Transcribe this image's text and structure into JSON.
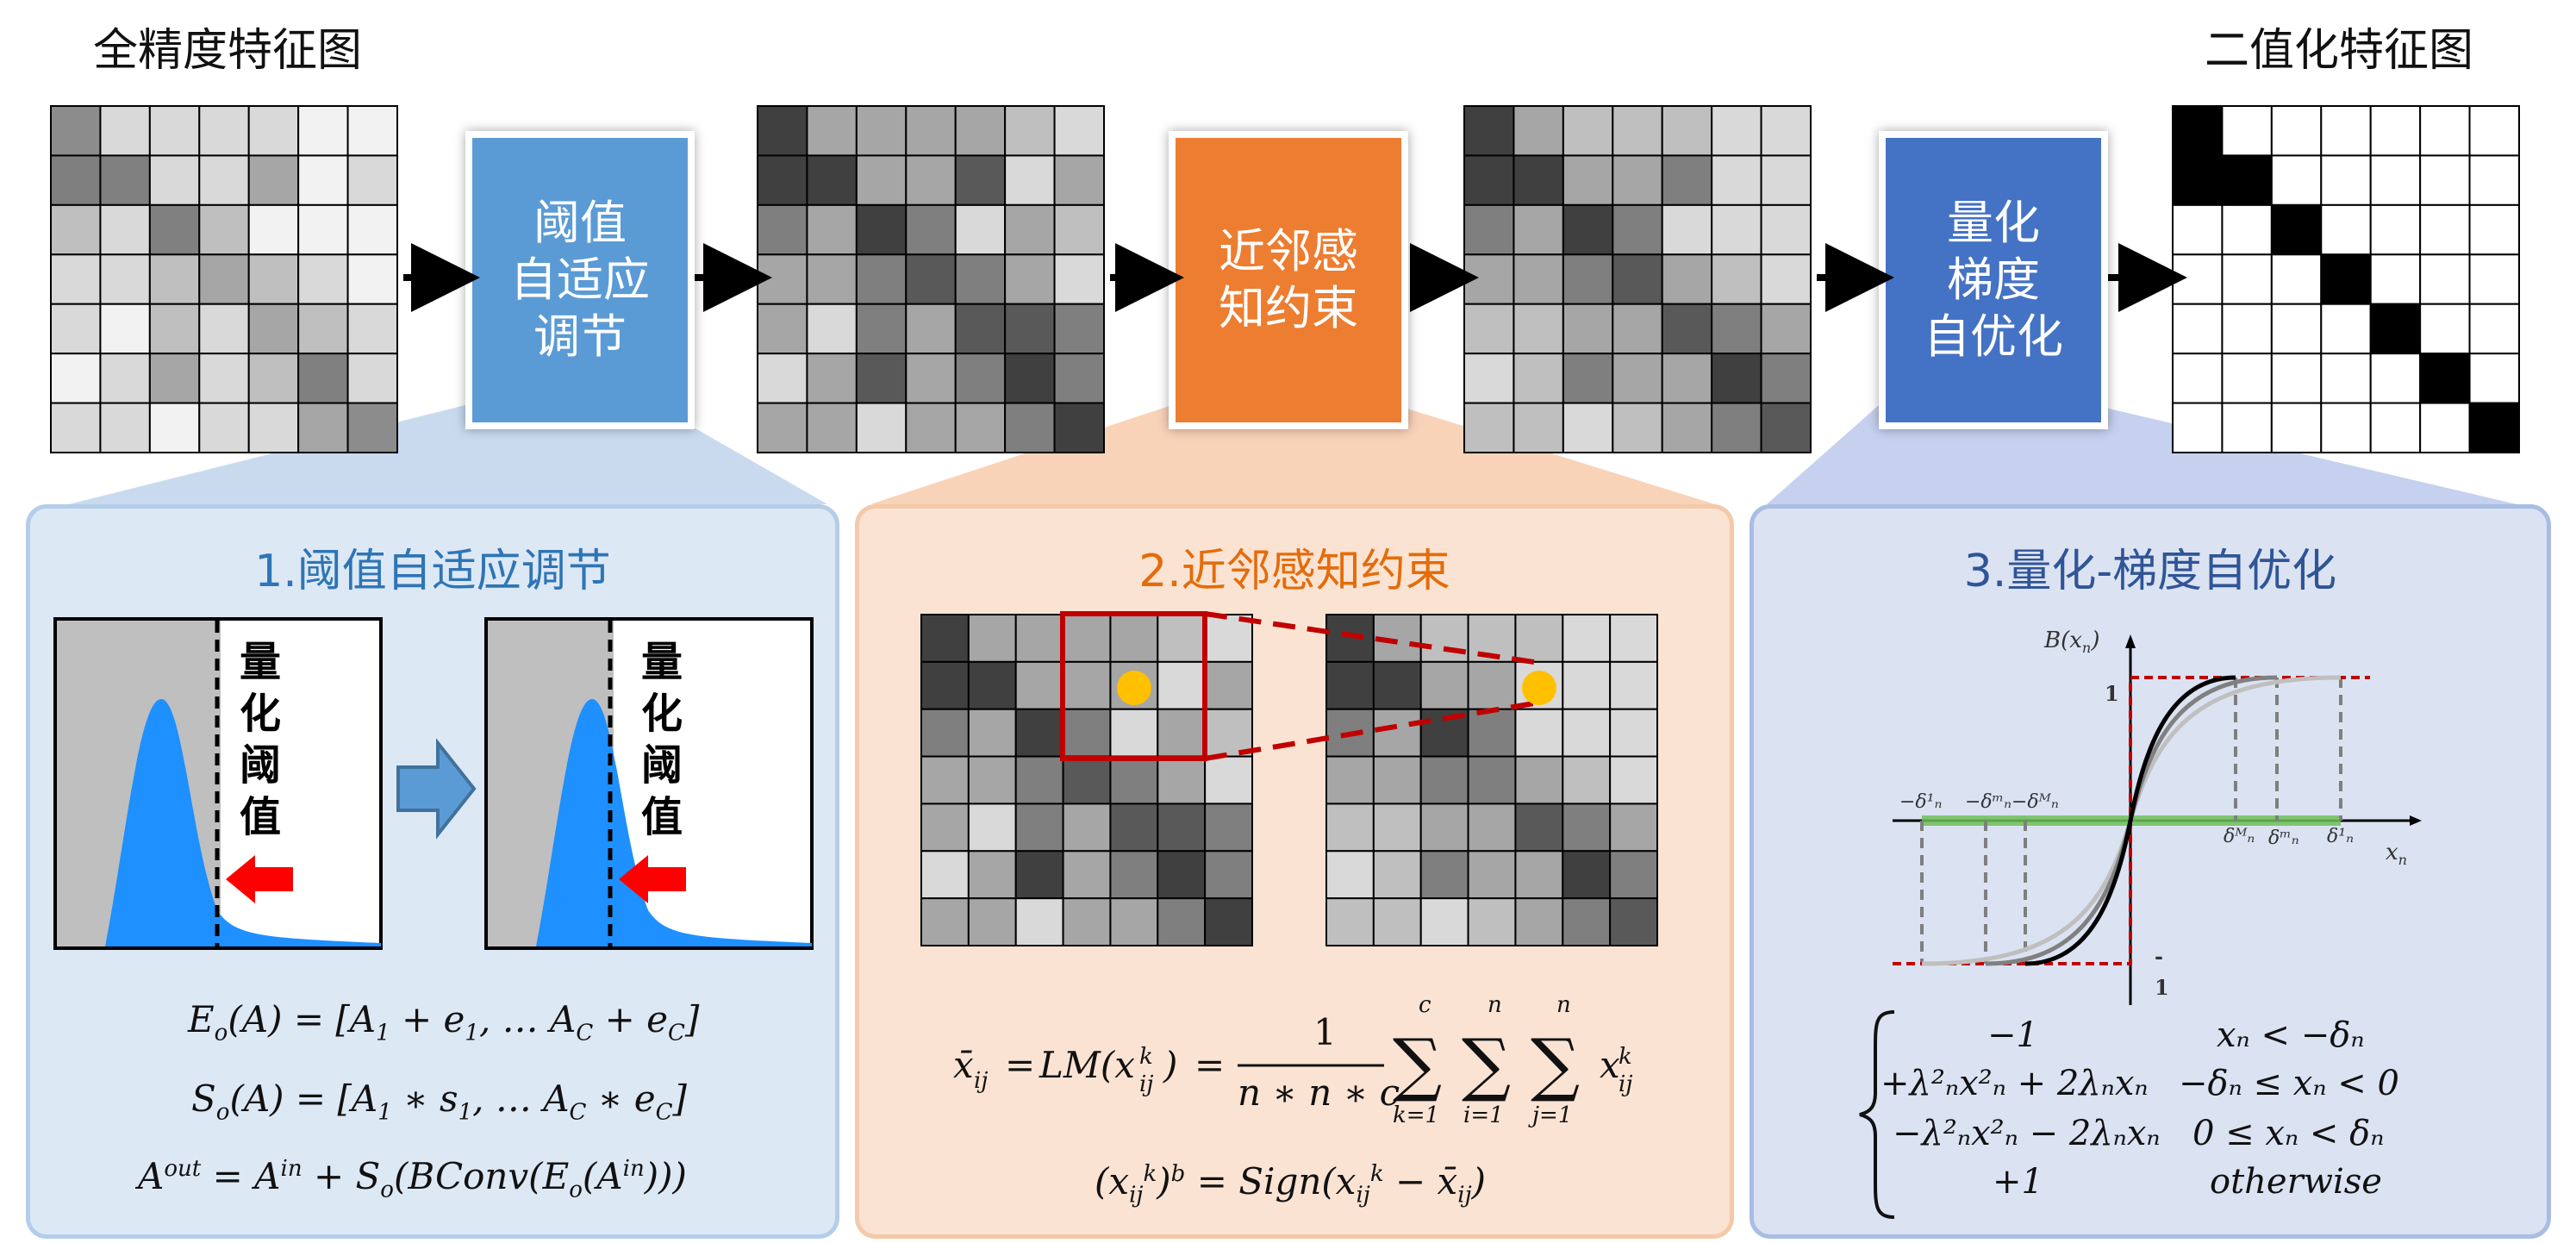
{
  "top": {
    "left_title": "全精度特征图",
    "right_title": "二值化特征图",
    "nodes": [
      {
        "label": "阈值\n自适应\n调节",
        "color": "#5b9bd5"
      },
      {
        "label": "近邻感\n知约束",
        "color": "#ed7d31"
      },
      {
        "label": "量化\n梯度\n自优化",
        "color": "#4472c4"
      }
    ]
  },
  "matrices": {
    "fullprec": [
      [
        "#8c8c8c",
        "#d9d9d9",
        "#d9d9d9",
        "#d9d9d9",
        "#d9d9d9",
        "#f2f2f2",
        "#f2f2f2"
      ],
      [
        "#7f7f7f",
        "#808080",
        "#d9d9d9",
        "#d9d9d9",
        "#a6a6a6",
        "#f2f2f2",
        "#d9d9d9"
      ],
      [
        "#bfbfbf",
        "#d9d9d9",
        "#808080",
        "#bfbfbf",
        "#f2f2f2",
        "#f2f2f2",
        "#f2f2f2"
      ],
      [
        "#d9d9d9",
        "#d9d9d9",
        "#bfbfbf",
        "#a6a6a6",
        "#bfbfbf",
        "#d9d9d9",
        "#f2f2f2"
      ],
      [
        "#d9d9d9",
        "#f2f2f2",
        "#bfbfbf",
        "#d9d9d9",
        "#a6a6a6",
        "#bfbfbf",
        "#d9d9d9"
      ],
      [
        "#f2f2f2",
        "#d9d9d9",
        "#a6a6a6",
        "#d9d9d9",
        "#bfbfbf",
        "#808080",
        "#d9d9d9"
      ],
      [
        "#d9d9d9",
        "#d9d9d9",
        "#f2f2f2",
        "#d9d9d9",
        "#d9d9d9",
        "#a6a6a6",
        "#8c8c8c"
      ]
    ],
    "stage2": [
      [
        "#404040",
        "#a6a6a6",
        "#a6a6a6",
        "#a6a6a6",
        "#a6a6a6",
        "#bfbfbf",
        "#d9d9d9"
      ],
      [
        "#404040",
        "#404040",
        "#a6a6a6",
        "#a6a6a6",
        "#595959",
        "#d9d9d9",
        "#a6a6a6"
      ],
      [
        "#7f7f7f",
        "#a6a6a6",
        "#404040",
        "#7f7f7f",
        "#d9d9d9",
        "#a6a6a6",
        "#bfbfbf"
      ],
      [
        "#a6a6a6",
        "#a6a6a6",
        "#7f7f7f",
        "#595959",
        "#7f7f7f",
        "#a6a6a6",
        "#d9d9d9"
      ],
      [
        "#a6a6a6",
        "#d9d9d9",
        "#7f7f7f",
        "#a6a6a6",
        "#595959",
        "#595959",
        "#7f7f7f"
      ],
      [
        "#d9d9d9",
        "#a6a6a6",
        "#595959",
        "#a6a6a6",
        "#7f7f7f",
        "#404040",
        "#7f7f7f"
      ],
      [
        "#a6a6a6",
        "#a6a6a6",
        "#d9d9d9",
        "#a6a6a6",
        "#a6a6a6",
        "#7f7f7f",
        "#404040"
      ]
    ],
    "stage3": [
      [
        "#404040",
        "#a6a6a6",
        "#bfbfbf",
        "#bfbfbf",
        "#bfbfbf",
        "#d9d9d9",
        "#d9d9d9"
      ],
      [
        "#404040",
        "#404040",
        "#a6a6a6",
        "#a6a6a6",
        "#7f7f7f",
        "#d9d9d9",
        "#d9d9d9"
      ],
      [
        "#7f7f7f",
        "#a6a6a6",
        "#404040",
        "#7f7f7f",
        "#d9d9d9",
        "#d9d9d9",
        "#d9d9d9"
      ],
      [
        "#a6a6a6",
        "#a6a6a6",
        "#7f7f7f",
        "#595959",
        "#a6a6a6",
        "#bfbfbf",
        "#d9d9d9"
      ],
      [
        "#bfbfbf",
        "#bfbfbf",
        "#a6a6a6",
        "#a6a6a6",
        "#595959",
        "#7f7f7f",
        "#a6a6a6"
      ],
      [
        "#d9d9d9",
        "#bfbfbf",
        "#7f7f7f",
        "#a6a6a6",
        "#a6a6a6",
        "#404040",
        "#7f7f7f"
      ],
      [
        "#bfbfbf",
        "#bfbfbf",
        "#d9d9d9",
        "#bfbfbf",
        "#a6a6a6",
        "#7f7f7f",
        "#595959"
      ]
    ],
    "binary": [
      [
        "#000000",
        "#ffffff",
        "#ffffff",
        "#ffffff",
        "#ffffff",
        "#ffffff",
        "#ffffff"
      ],
      [
        "#000000",
        "#000000",
        "#ffffff",
        "#ffffff",
        "#ffffff",
        "#ffffff",
        "#ffffff"
      ],
      [
        "#ffffff",
        "#ffffff",
        "#000000",
        "#ffffff",
        "#ffffff",
        "#ffffff",
        "#ffffff"
      ],
      [
        "#ffffff",
        "#ffffff",
        "#ffffff",
        "#000000",
        "#ffffff",
        "#ffffff",
        "#ffffff"
      ],
      [
        "#ffffff",
        "#ffffff",
        "#ffffff",
        "#ffffff",
        "#000000",
        "#ffffff",
        "#ffffff"
      ],
      [
        "#ffffff",
        "#ffffff",
        "#ffffff",
        "#ffffff",
        "#ffffff",
        "#000000",
        "#ffffff"
      ],
      [
        "#ffffff",
        "#ffffff",
        "#ffffff",
        "#ffffff",
        "#ffffff",
        "#ffffff",
        "#000000"
      ]
    ],
    "panel2_left": [
      [
        "#404040",
        "#a6a6a6",
        "#a6a6a6",
        "#a6a6a6",
        "#a6a6a6",
        "#bfbfbf",
        "#d9d9d9"
      ],
      [
        "#404040",
        "#404040",
        "#a6a6a6",
        "#a6a6a6",
        "#a6a6a6",
        "#d9d9d9",
        "#a6a6a6"
      ],
      [
        "#7f7f7f",
        "#a6a6a6",
        "#404040",
        "#7f7f7f",
        "#d9d9d9",
        "#a6a6a6",
        "#bfbfbf"
      ],
      [
        "#a6a6a6",
        "#a6a6a6",
        "#7f7f7f",
        "#595959",
        "#7f7f7f",
        "#a6a6a6",
        "#d9d9d9"
      ],
      [
        "#a6a6a6",
        "#d9d9d9",
        "#7f7f7f",
        "#a6a6a6",
        "#595959",
        "#595959",
        "#7f7f7f"
      ],
      [
        "#d9d9d9",
        "#a6a6a6",
        "#404040",
        "#a6a6a6",
        "#7f7f7f",
        "#404040",
        "#7f7f7f"
      ],
      [
        "#a6a6a6",
        "#a6a6a6",
        "#d9d9d9",
        "#a6a6a6",
        "#a6a6a6",
        "#7f7f7f",
        "#404040"
      ]
    ],
    "panel2_right": [
      [
        "#404040",
        "#a6a6a6",
        "#bfbfbf",
        "#bfbfbf",
        "#bfbfbf",
        "#d9d9d9",
        "#d9d9d9"
      ],
      [
        "#404040",
        "#404040",
        "#a6a6a6",
        "#a6a6a6",
        "#d9d9d9",
        "#d9d9d9",
        "#d9d9d9"
      ],
      [
        "#7f7f7f",
        "#a6a6a6",
        "#404040",
        "#7f7f7f",
        "#d9d9d9",
        "#d9d9d9",
        "#d9d9d9"
      ],
      [
        "#a6a6a6",
        "#a6a6a6",
        "#7f7f7f",
        "#7f7f7f",
        "#a6a6a6",
        "#bfbfbf",
        "#d9d9d9"
      ],
      [
        "#bfbfbf",
        "#bfbfbf",
        "#a6a6a6",
        "#a6a6a6",
        "#595959",
        "#7f7f7f",
        "#a6a6a6"
      ],
      [
        "#d9d9d9",
        "#bfbfbf",
        "#7f7f7f",
        "#a6a6a6",
        "#a6a6a6",
        "#404040",
        "#7f7f7f"
      ],
      [
        "#bfbfbf",
        "#bfbfbf",
        "#d9d9d9",
        "#bfbfbf",
        "#a6a6a6",
        "#7f7f7f",
        "#595959"
      ]
    ]
  },
  "panel1": {
    "title": "1.阈值自适应调节",
    "label_chars": [
      "量",
      "化",
      "阈",
      "值"
    ],
    "colors": {
      "bg": "#dde8f5",
      "border": "#b4cde9",
      "title": "#2e75b6"
    }
  },
  "panel2": {
    "title": "2.近邻感知约束",
    "colors": {
      "bg": "#fbe3d3",
      "border": "#f4c9a9",
      "title": "#e46c0a"
    }
  },
  "panel3": {
    "title": "3.量化-梯度自优化",
    "colors": {
      "bg": "#dbe2f2",
      "border": "#a9bde4",
      "title": "#2f5597"
    },
    "axis": {
      "y_label": "B(x",
      "y_sub": "n",
      "x_label": "x",
      "x_sub": "n",
      "y_top": "1",
      "y_bottom": "-\n1"
    },
    "neg_ticks": [
      "−δ¹ₙ",
      "−δᵐₙ",
      "−δᴹₙ"
    ],
    "pos_ticks": [
      "δᴹₙ",
      "δᵐₙ",
      "δ¹ₙ"
    ],
    "piecewise": [
      {
        "expr": "−1",
        "cond": "xₙ < −δₙ"
      },
      {
        "expr": "+λ²ₙx²ₙ + 2λₙxₙ",
        "cond": "−δₙ ≤ xₙ < 0"
      },
      {
        "expr": "−λ²ₙx²ₙ − 2λₙxₙ",
        "cond": "0 ≤ xₙ < δₙ"
      },
      {
        "expr": "+1",
        "cond": "otherwise"
      }
    ]
  }
}
